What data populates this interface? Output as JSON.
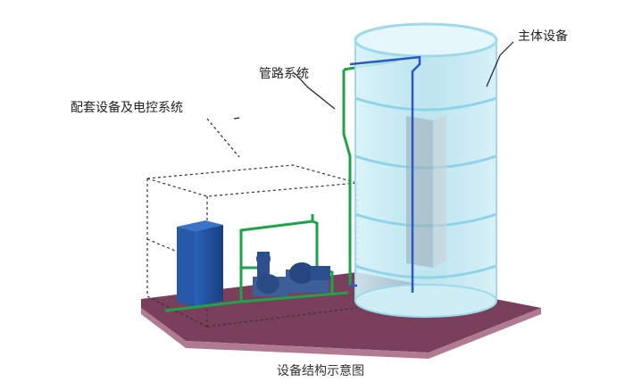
{
  "labels": {
    "main_equipment": "主体设备",
    "piping_system": "管路系统",
    "auxiliary_and_control": "配套设备及电控系统"
  },
  "caption": "设备结构示意图",
  "colors": {
    "base_plate": "#7a3f5a",
    "base_plate_edge": "#b07a93",
    "tank_glass": "#bfe8f2",
    "tank_ring": "#9fd9ea",
    "cabinet": "#1f4f9a",
    "pump": "#2c4f8f",
    "pipe_green": "#1fa34a",
    "pipe_blue": "#2a58c8"
  }
}
